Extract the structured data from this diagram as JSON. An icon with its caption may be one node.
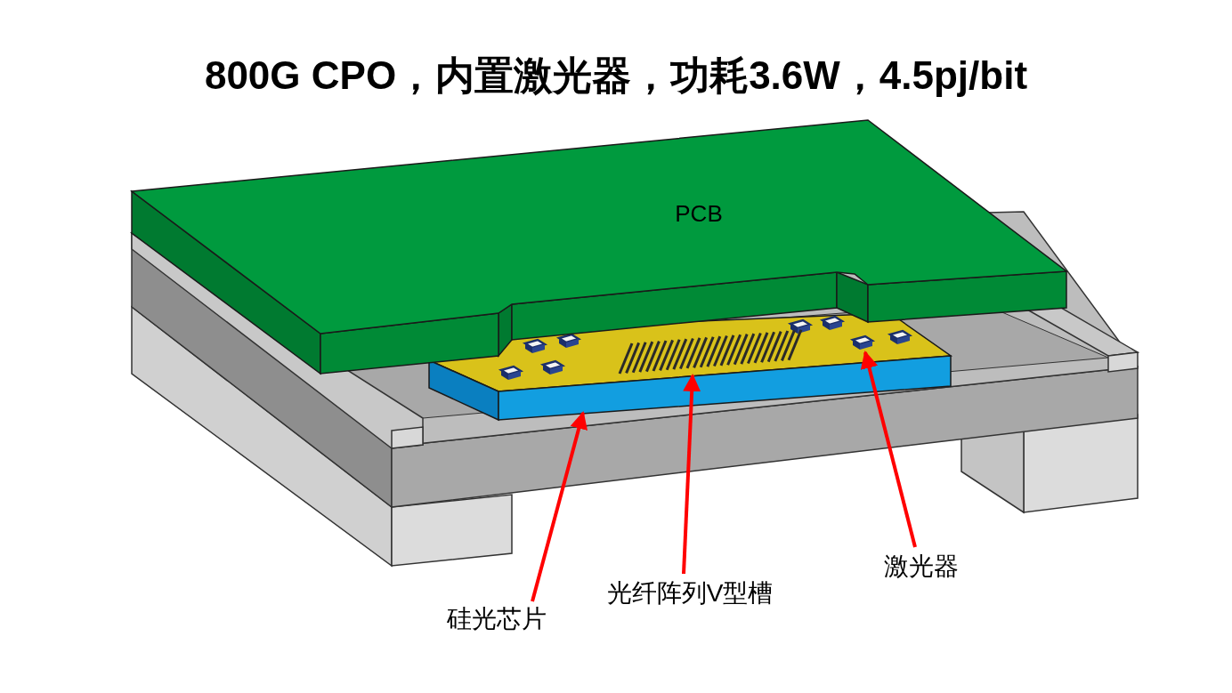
{
  "diagram": {
    "title": "800G CPO，内置激光器，功耗3.6W，4.5pj/bit",
    "nodes": [
      {
        "text": [
          "PCB"
        ]
      },
      {
        "text": [
          "硅光芯片"
        ]
      },
      {
        "text": [
          "光纤阵列V型槽"
        ]
      },
      {
        "text": [
          "激光器"
        ]
      },
      {
        "text": [],
        "shape": "box"
      },
      {
        "text": [],
        "shape": "picture"
      },
      {
        "text": [],
        "shape": "box"
      }
    ],
    "edges": [
      {
        "from": 1,
        "to": 4,
        "arrow": "to"
      },
      {
        "from": 2,
        "to": 5,
        "arrow": "to"
      },
      {
        "from": 3,
        "to": 6,
        "arrow": "to"
      }
    ]
  }
}
